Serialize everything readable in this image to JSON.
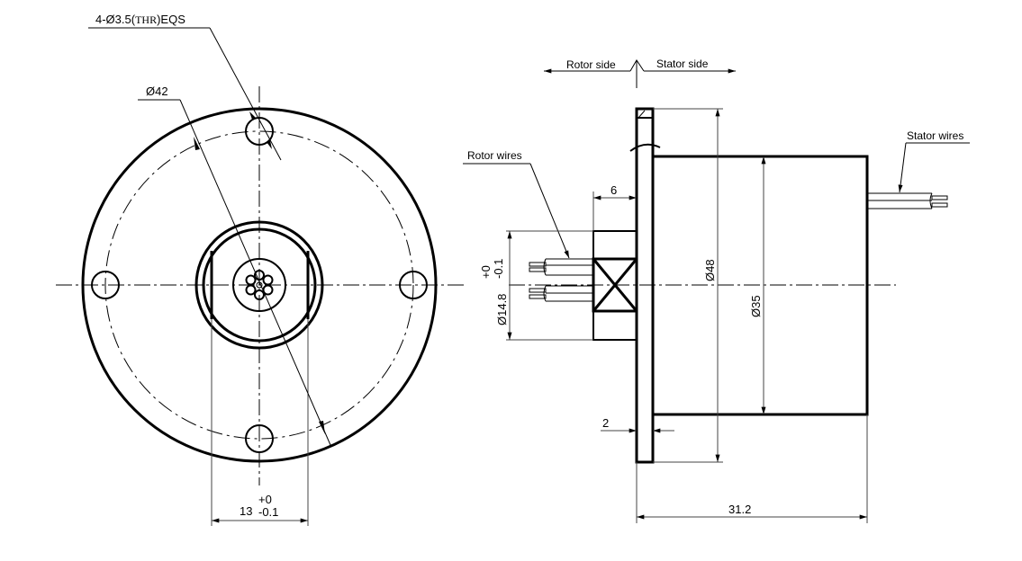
{
  "front_view": {
    "hole_callout_prefix": "4-Ø3.5(",
    "hole_callout_thr": "THR",
    "hole_callout_suffix": ")EQS",
    "bolt_circle_label": "Ø42",
    "flat_width_value": "13",
    "flat_width_tol_upper": "+0",
    "flat_width_tol_lower": "-0.1"
  },
  "side_view": {
    "rotor_side_label": "Rotor side",
    "stator_side_label": "Stator side",
    "rotor_wires_label": "Rotor wires",
    "stator_wires_label": "Stator wires",
    "rotor_length": "6",
    "rotor_diameter": "Ø14.8",
    "rotor_diameter_tol_upper": "+0",
    "rotor_diameter_tol_lower": "-0.1",
    "flange_diameter": "Ø48",
    "body_diameter": "Ø35",
    "flange_thickness": "2",
    "overall_length": "31.2"
  },
  "colors": {
    "line": "#000000",
    "dimension": "#444444",
    "background": "#ffffff"
  }
}
